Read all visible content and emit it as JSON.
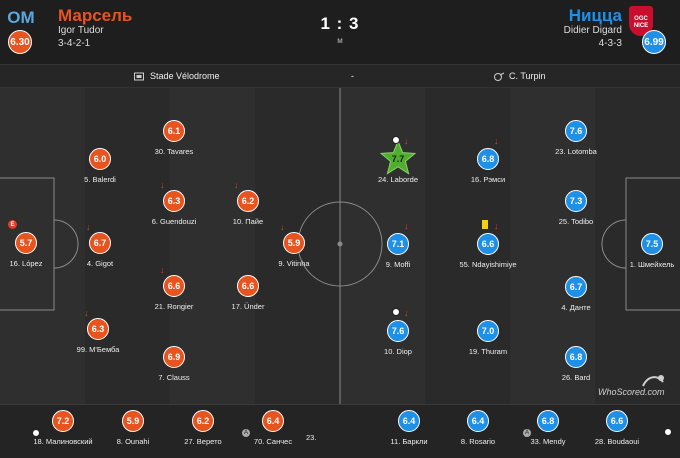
{
  "home": {
    "name": "Марсель",
    "coach": "Igor Tudor",
    "formation": "3-4-2-1",
    "rating": "6.30",
    "color": "#e8541f"
  },
  "away": {
    "name": "Ницца",
    "coach": "Didier Digard",
    "formation": "4-3-3",
    "rating": "6.99",
    "color": "#1e90e8",
    "logo_text": "OGC NICE"
  },
  "score": "1 : 3",
  "status": "м",
  "venue": "Stade Vélodrome",
  "separator": "-",
  "referee": "C. Turpin",
  "home_players": [
    {
      "rating": "6.1",
      "name": "30. Tavares"
    },
    {
      "rating": "6.0",
      "name": "5. Balerdi"
    },
    {
      "rating": "6.3",
      "name": "6. Guendouzi"
    },
    {
      "rating": "6.2",
      "name": "10. Пайе"
    },
    {
      "rating": "5.7",
      "name": "16. López"
    },
    {
      "rating": "6.7",
      "name": "4. Gigot"
    },
    {
      "rating": "5.9",
      "name": "9. Vitinha"
    },
    {
      "rating": "6.6",
      "name": "21. Rongier"
    },
    {
      "rating": "6.6",
      "name": "17. Ünder"
    },
    {
      "rating": "6.3",
      "name": "99. M'Бемба"
    },
    {
      "rating": "6.9",
      "name": "7. Clauss"
    }
  ],
  "away_players": [
    {
      "rating": "7.6",
      "name": "23. Lotomba"
    },
    {
      "rating": "7.7",
      "name": "24. Laborde"
    },
    {
      "rating": "6.8",
      "name": "16. Рэмси"
    },
    {
      "rating": "7.3",
      "name": "25. Todibo"
    },
    {
      "rating": "7.1",
      "name": "9. Moffi"
    },
    {
      "rating": "6.6",
      "name": "55. Ndayishimiye"
    },
    {
      "rating": "7.5",
      "name": "1. Шмейхель"
    },
    {
      "rating": "6.7",
      "name": "4. Данте"
    },
    {
      "rating": "7.6",
      "name": "10. Diop"
    },
    {
      "rating": "7.0",
      "name": "19. Thuram"
    },
    {
      "rating": "6.8",
      "name": "26. Bard"
    }
  ],
  "home_badge": "E",
  "home_subs": [
    {
      "rating": "7.2",
      "name": "18. Малиновский"
    },
    {
      "rating": "5.9",
      "name": "8. Ounahi"
    },
    {
      "rating": "6.2",
      "name": "27. Веретo"
    },
    {
      "rating": "6.4",
      "name": "70. Санчес"
    },
    {
      "name": "23."
    }
  ],
  "away_subs": [
    {
      "rating": "6.4",
      "name": "11. Баркли"
    },
    {
      "rating": "6.4",
      "name": "8. Rosario"
    },
    {
      "rating": "6.8",
      "name": "33. Mendy"
    },
    {
      "rating": "6.6",
      "name": "28. Boudaoui"
    }
  ],
  "assist_letter": "A",
  "watermark": "WhoScored.com"
}
